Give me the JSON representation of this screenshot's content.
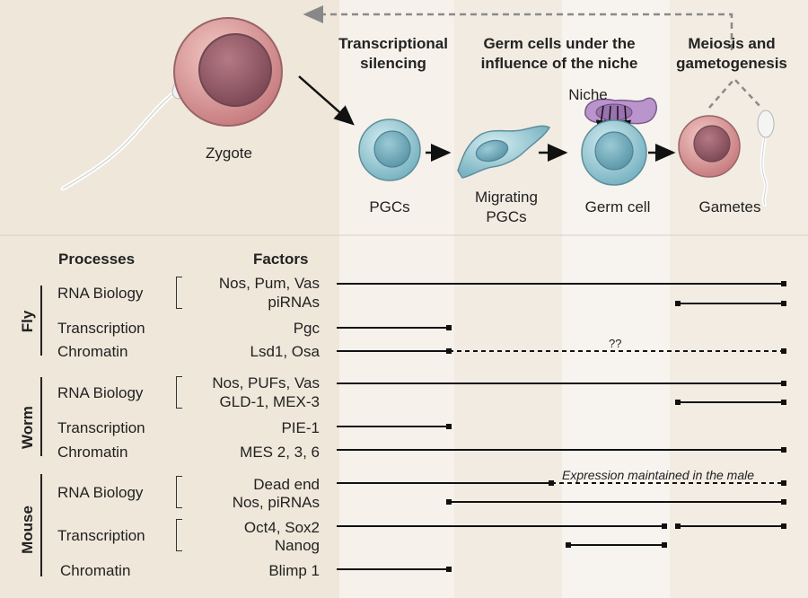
{
  "stages": {
    "zygote": "Zygote",
    "pgcs": "PGCs",
    "migrating_1": "Migrating",
    "migrating_2": "PGCs",
    "germ_cell": "Germ cell",
    "gametes": "Gametes",
    "niche": "Niche"
  },
  "phases": {
    "silencing_1": "Transcriptional",
    "silencing_2": "silencing",
    "niche_1": "Germ cells under the",
    "niche_2": "influence of the niche",
    "meiosis_1": "Meiosis and",
    "meiosis_2": "gametogenesis"
  },
  "table": {
    "processes_header": "Processes",
    "factors_header": "Factors",
    "organisms": [
      "Fly",
      "Worm",
      "Mouse"
    ],
    "rows": [
      {
        "process": "RNA Biology",
        "factor": "Nos, Pum, Vas"
      },
      {
        "process": "",
        "factor": "piRNAs"
      },
      {
        "process": "Transcription",
        "factor": "Pgc"
      },
      {
        "process": "Chromatin",
        "factor": "Lsd1, Osa"
      },
      {
        "process": "RNA Biology",
        "factor": "Nos, PUFs, Vas"
      },
      {
        "process": "",
        "factor": "GLD-1, MEX-3"
      },
      {
        "process": "Transcription",
        "factor": "PIE-1"
      },
      {
        "process": "Chromatin",
        "factor": "MES 2, 3, 6"
      },
      {
        "process": "RNA Biology",
        "factor": "Dead end"
      },
      {
        "process": "",
        "factor": "Nos, piRNAs"
      },
      {
        "process": "Transcription",
        "factor": "Oct4, Sox2"
      },
      {
        "process": "",
        "factor": "Nanog"
      },
      {
        "process": "Chromatin",
        "factor": "Blimp 1"
      }
    ],
    "annotations": {
      "unknown": "??",
      "male_note": "Expression maintained in the male"
    }
  },
  "colors": {
    "background": "#f3ede4",
    "band_light": "#ede6da",
    "pgc_blue": "#8fc3cf",
    "zygote_pink": "#d99a9a",
    "niche_purple": "#b48fc8"
  }
}
